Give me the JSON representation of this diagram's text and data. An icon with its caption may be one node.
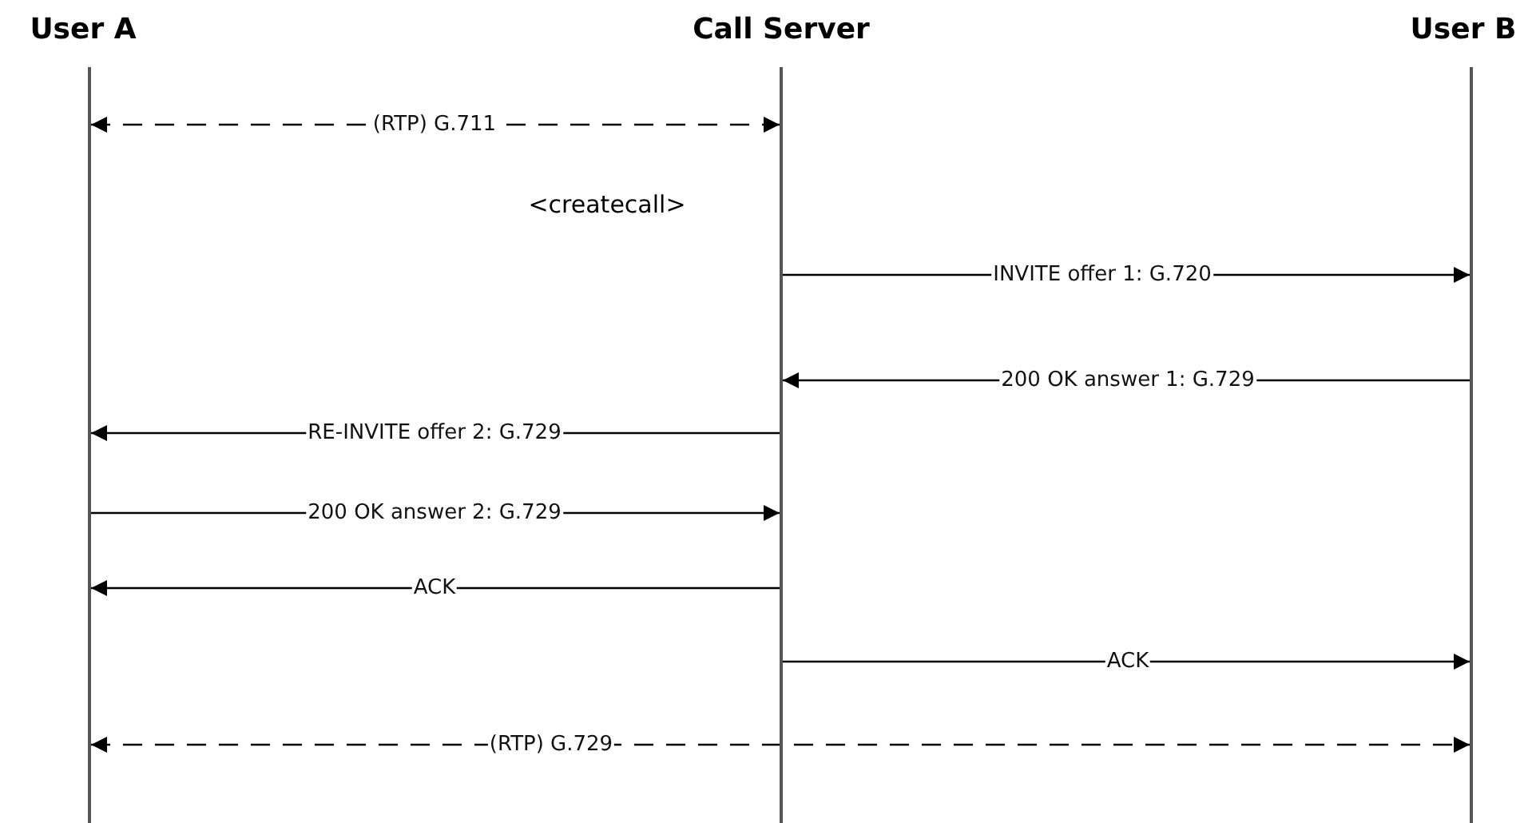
{
  "diagram": {
    "nodes": [
      {
        "text": [],
        "shape": "bar",
        "beside": [
          "User A"
        ]
      },
      {
        "text": [],
        "shape": "bar",
        "beside": [
          "Call Server"
        ]
      },
      {
        "text": [],
        "shape": "bar",
        "beside": [
          "User B"
        ]
      }
    ],
    "edges": [
      {
        "from": 0,
        "to": 1,
        "arrow": "both",
        "label": "(RTP) G.711",
        "style": "dashed"
      },
      {
        "from": 1,
        "to": 2,
        "arrow": "to",
        "label": "INVITE offer 1: G.720"
      },
      {
        "from": 2,
        "to": 1,
        "arrow": "to",
        "label": "200 OK answer 1: G.729"
      },
      {
        "from": 1,
        "to": 0,
        "arrow": "to",
        "label": "RE-INVITE offer 2: G.729"
      },
      {
        "from": 0,
        "to": 1,
        "arrow": "to",
        "label": "200 OK answer 2: G.729"
      },
      {
        "from": 1,
        "to": 0,
        "arrow": "to",
        "label": "ACK"
      },
      {
        "from": 1,
        "to": 2,
        "arrow": "to",
        "label": "ACK"
      },
      {
        "from": 0,
        "to": 2,
        "arrow": "both",
        "label": "(RTP) G.729",
        "style": "dashed"
      }
    ],
    "labels": [
      "<createcall>"
    ]
  }
}
